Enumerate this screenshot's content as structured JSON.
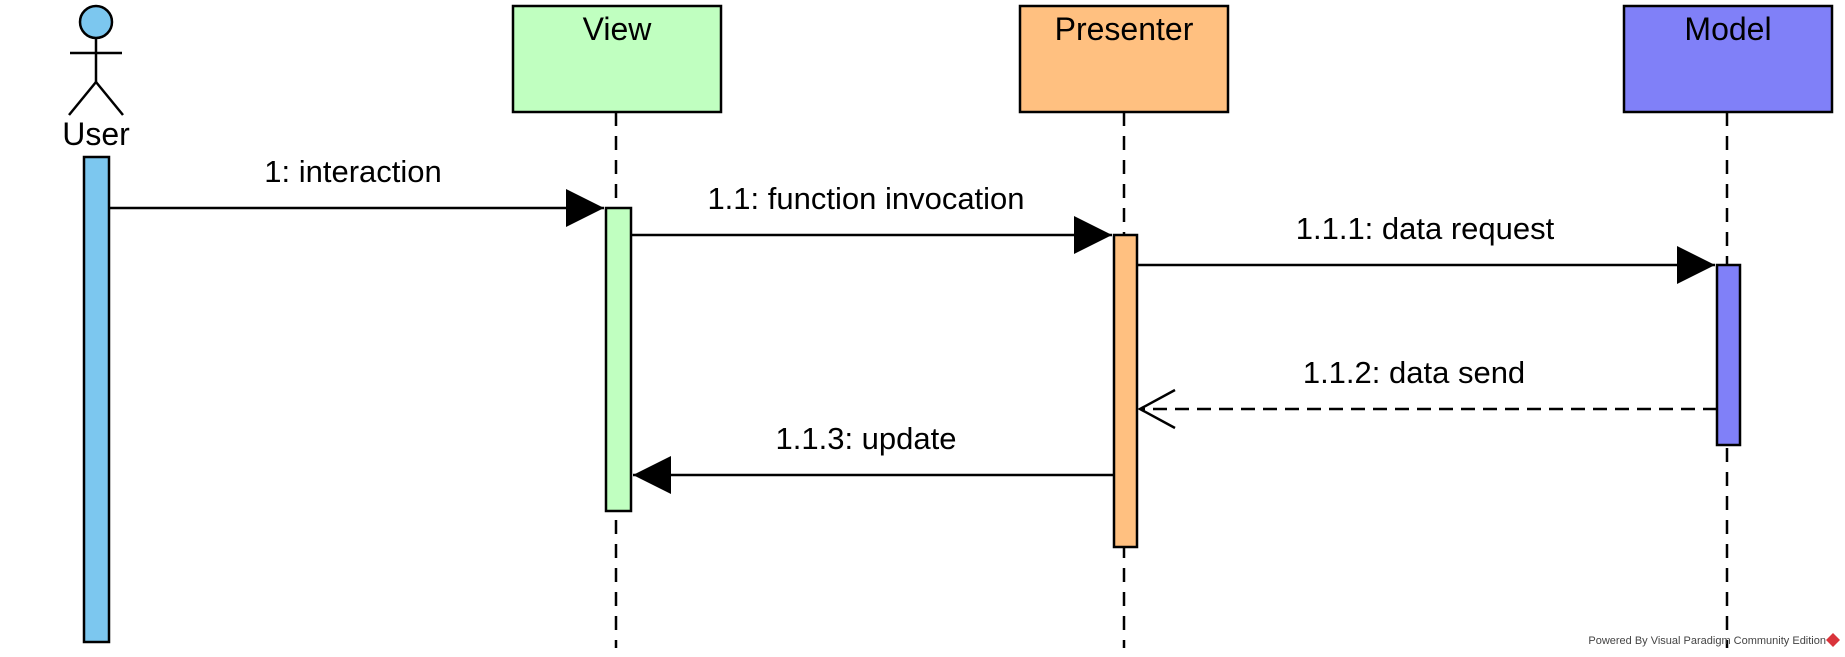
{
  "diagram_type": "sequence",
  "actor": {
    "label": "User",
    "color": "#7cc7ef"
  },
  "lifelines": [
    {
      "id": "view",
      "label": "View",
      "color": "#c0ffc0"
    },
    {
      "id": "presenter",
      "label": "Presenter",
      "color": "#ffc080"
    },
    {
      "id": "model",
      "label": "Model",
      "color": "#8080f8"
    }
  ],
  "messages": [
    {
      "id": "m1",
      "label": "1: interaction",
      "from": "User",
      "to": "View",
      "kind": "synchronous"
    },
    {
      "id": "m2",
      "label": "1.1: function invocation",
      "from": "View",
      "to": "Presenter",
      "kind": "synchronous"
    },
    {
      "id": "m3",
      "label": "1.1.1: data request",
      "from": "Presenter",
      "to": "Model",
      "kind": "synchronous"
    },
    {
      "id": "m4",
      "label": "1.1.2: data send",
      "from": "Model",
      "to": "Presenter",
      "kind": "reply"
    },
    {
      "id": "m5",
      "label": "1.1.3: update",
      "from": "Presenter",
      "to": "View",
      "kind": "synchronous"
    }
  ],
  "footer": {
    "text": "Powered By  Visual Paradigm Community Edition",
    "logo_color": "#d9343b"
  }
}
